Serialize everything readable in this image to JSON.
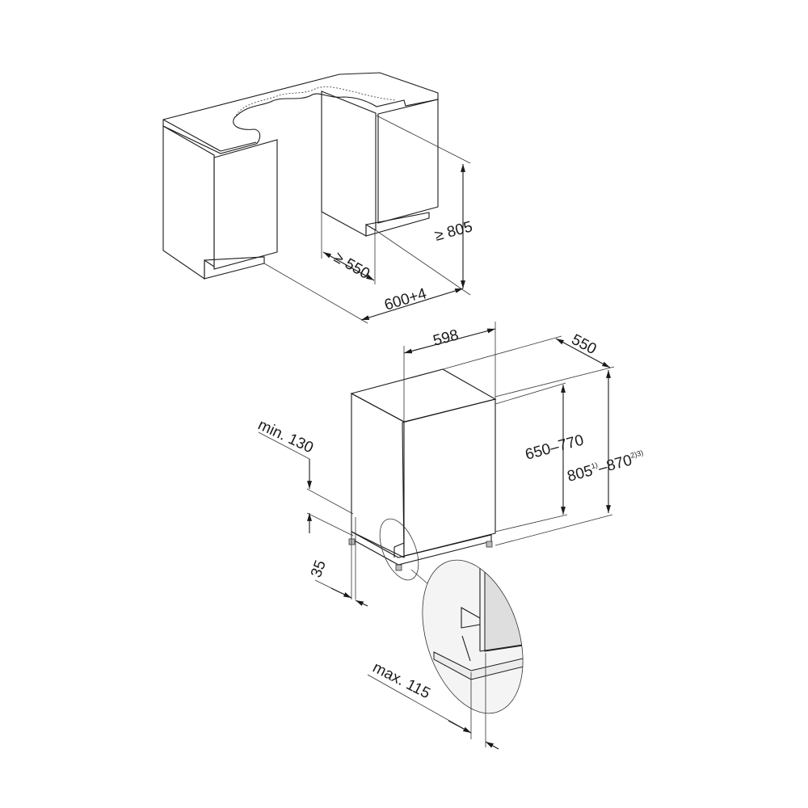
{
  "top_view": {
    "dim_height": "≥ 805",
    "dim_depth": "≥ 550",
    "dim_width": "600+4"
  },
  "appliance_view": {
    "dim_width": "598",
    "dim_depth": "550",
    "dim_door_height": "650–770",
    "dim_total_height_min": "805",
    "dim_total_height_min_note": "1)",
    "dim_total_height_sep": "–",
    "dim_total_height_max": "870",
    "dim_total_height_max_note": "2)3)",
    "dim_min_gap": "min. 130",
    "dim_foot": "35",
    "dim_max_plinth": "max. 115"
  },
  "colors": {
    "line": "#1a1a1a",
    "countertop": "#d4d4d4",
    "panel": "#f2f2f2",
    "door": "#dedede"
  }
}
